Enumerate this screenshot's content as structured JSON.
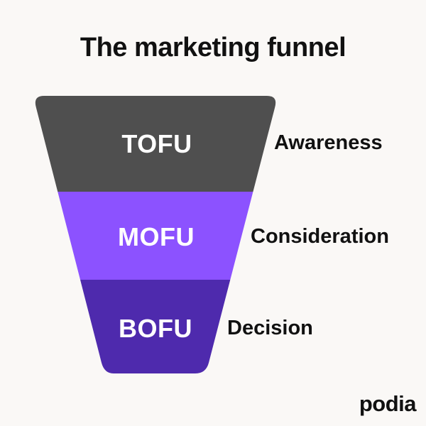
{
  "title": "The marketing funnel",
  "stages": [
    {
      "abbr": "TOFU",
      "label": "Awareness",
      "color": "#4f4f4f"
    },
    {
      "abbr": "MOFU",
      "label": "Consideration",
      "color": "#8c52ff"
    },
    {
      "abbr": "BOFU",
      "label": "Decision",
      "color": "#4e2aad"
    }
  ],
  "brand": "podia"
}
